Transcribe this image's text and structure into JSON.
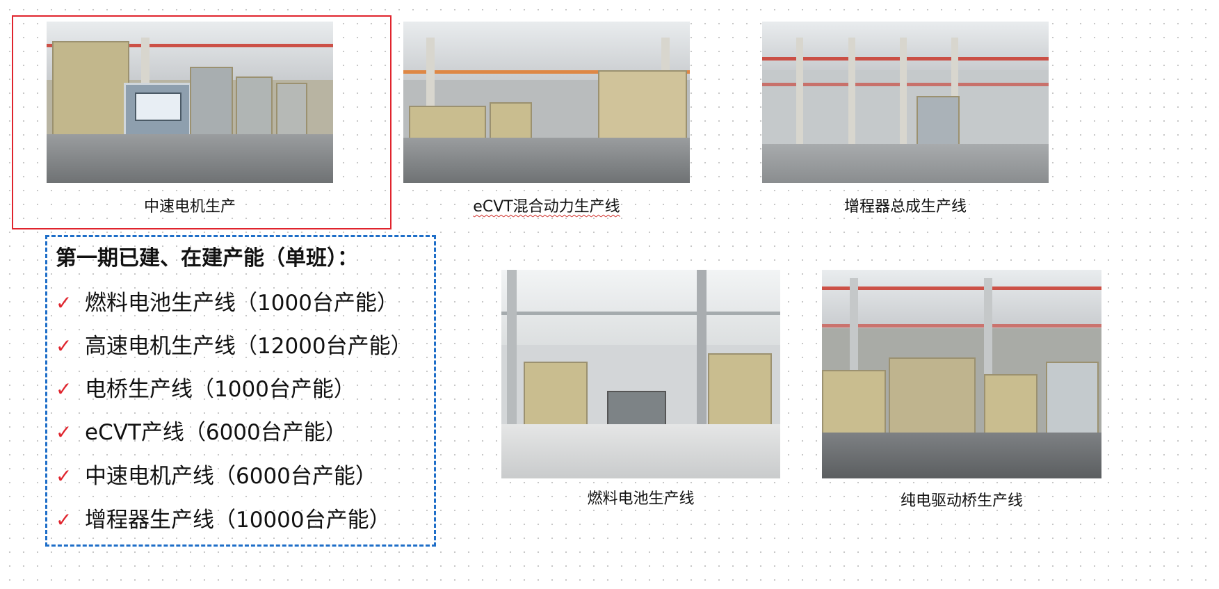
{
  "photos": [
    {
      "caption": "中速电机生产",
      "has_spellcheck": false
    },
    {
      "caption": "eCVT混合动力生产线",
      "has_spellcheck": true
    },
    {
      "caption": "增程器总成生产线",
      "has_spellcheck": false
    },
    {
      "caption": "燃料电池生产线",
      "has_spellcheck": false
    },
    {
      "caption": "纯电驱动桥生产线",
      "has_spellcheck": false
    }
  ],
  "capacity": {
    "title": "第一期已建、在建产能（单班）：",
    "check_icon": "✓",
    "items": [
      "燃料电池生产线（1000台产能）",
      "高速电机生产线（12000台产能）",
      "电桥生产线（1000台产能）",
      "eCVT产线（6000台产能）",
      "中速电机产线（6000台产能）",
      "增程器生产线（10000台产能）"
    ]
  },
  "colors": {
    "highlight_border": "#e0242d",
    "capacity_border": "#1e6ec8",
    "check_mark": "#e0242d"
  }
}
